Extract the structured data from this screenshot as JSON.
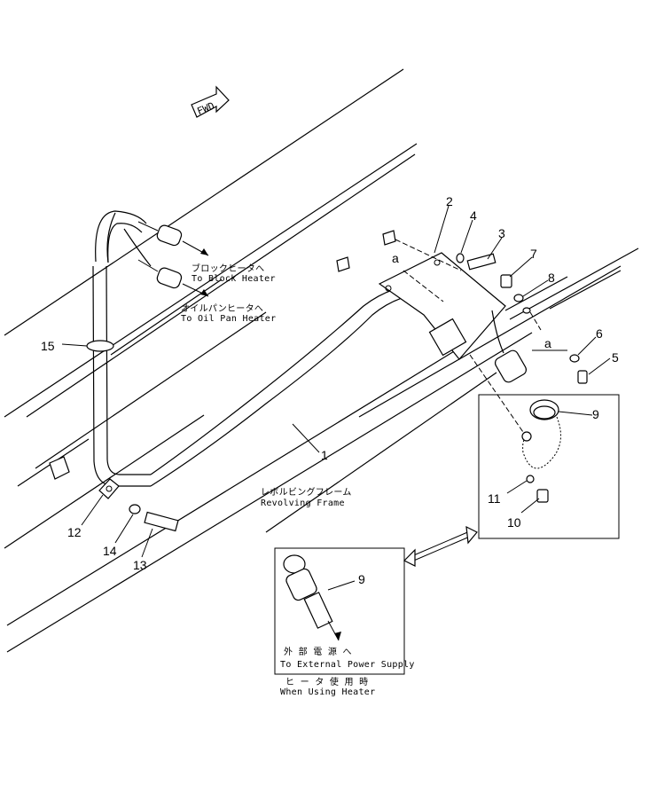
{
  "fwd_label": "FWD",
  "annotations": {
    "block_heater_jp": "ブロックヒータへ",
    "block_heater_en": "To Block Heater",
    "oil_pan_heater_jp": "オイルパンヒータへ",
    "oil_pan_heater_en": "To Oil Pan Heater",
    "revolving_frame_jp": "レボルビングフレーム",
    "revolving_frame_en": "Revolving Frame",
    "external_power_jp": "外 部 電 源 へ",
    "external_power_en": "To External Power Supply",
    "when_using_heater_jp": "ヒ ー タ 使 用 時",
    "when_using_heater_en": "When Using Heater"
  },
  "detail_markers": {
    "a1": "a",
    "a2": "a"
  },
  "part_numbers": {
    "p1": "1",
    "p2": "2",
    "p3": "3",
    "p4": "4",
    "p5": "5",
    "p6": "6",
    "p7": "7",
    "p8": "8",
    "p9": "9",
    "p9b": "9",
    "p10": "10",
    "p11": "11",
    "p12": "12",
    "p13": "13",
    "p14": "14",
    "p15": "15"
  }
}
